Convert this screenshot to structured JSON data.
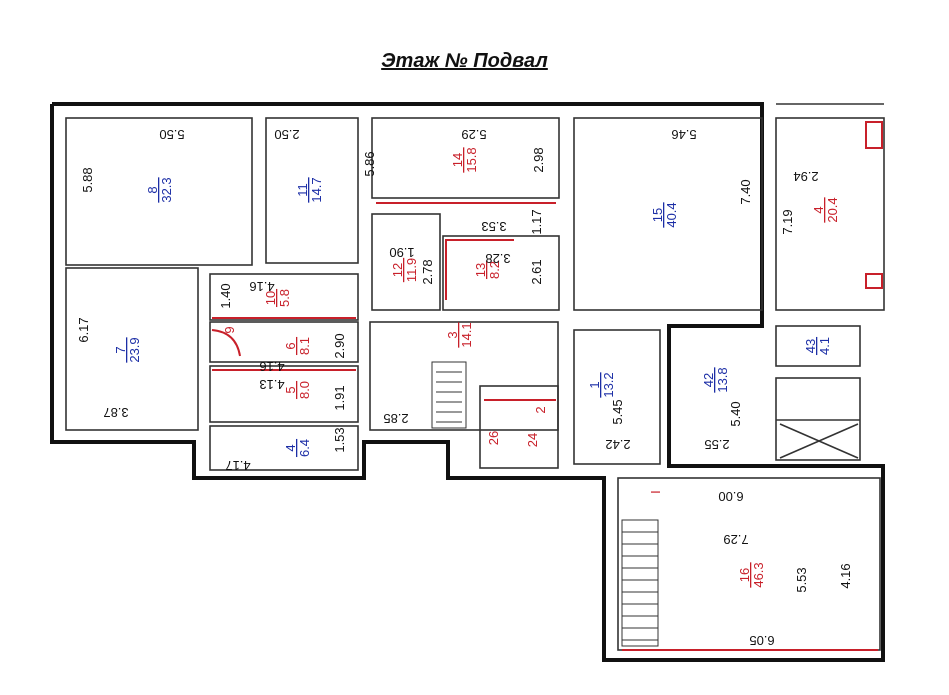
{
  "title": "Этаж № Подвал",
  "colors": {
    "wall": "#111111",
    "thin": "#333333",
    "red": "#c8202a",
    "blue": "#1c2ea6"
  },
  "rooms": [
    {
      "id": "8",
      "area": "32.3",
      "color": "blue"
    },
    {
      "id": "11",
      "area": "14.7",
      "color": "blue"
    },
    {
      "id": "14",
      "area": "15.8",
      "color": "red"
    },
    {
      "id": "15",
      "area": "40.4",
      "color": "blue"
    },
    {
      "id": "4",
      "area": "20.4",
      "color": "red",
      "key": "4b"
    },
    {
      "id": "12",
      "area": "11.9",
      "color": "red"
    },
    {
      "id": "13",
      "area": "8.2",
      "color": "red"
    },
    {
      "id": "10",
      "area": "5.8",
      "color": "red"
    },
    {
      "id": "9",
      "area": "",
      "color": "red"
    },
    {
      "id": "7",
      "area": "23.9",
      "color": "blue"
    },
    {
      "id": "6",
      "area": "8.1",
      "color": "red"
    },
    {
      "id": "3",
      "area": "14.1",
      "color": "red"
    },
    {
      "id": "5",
      "area": "8.0",
      "color": "red"
    },
    {
      "id": "4",
      "area": "6.4",
      "color": "blue",
      "key": "4a"
    },
    {
      "id": "1",
      "area": "13.2",
      "color": "blue"
    },
    {
      "id": "42",
      "area": "13.8",
      "color": "blue"
    },
    {
      "id": "43",
      "area": "4.1",
      "color": "blue"
    },
    {
      "id": "2",
      "area": "",
      "color": "red"
    },
    {
      "id": "26",
      "area": "",
      "color": "red"
    },
    {
      "id": "24",
      "area": "",
      "color": "red"
    },
    {
      "id": "16",
      "area": "46.3",
      "color": "red"
    },
    {
      "id": "I",
      "area": "",
      "color": "red"
    }
  ],
  "dimensions": [
    "5.50",
    "2.50",
    "5.29",
    "5.46",
    "2.94",
    "5.88",
    "5.86",
    "2.98",
    "7.40",
    "7.19",
    "3.53",
    "1.17",
    "1.90",
    "3.28",
    "2.78",
    "2.61",
    "1.40",
    "4.16",
    "6.17",
    "2.90",
    "4.16",
    "4.13",
    "1.91",
    "3.87",
    "2.85",
    "4.17",
    "1.53",
    "5.45",
    "2.42",
    "5.40",
    "2.55",
    "6.00",
    "7.29",
    "5.53",
    "4.16",
    "6.05"
  ]
}
